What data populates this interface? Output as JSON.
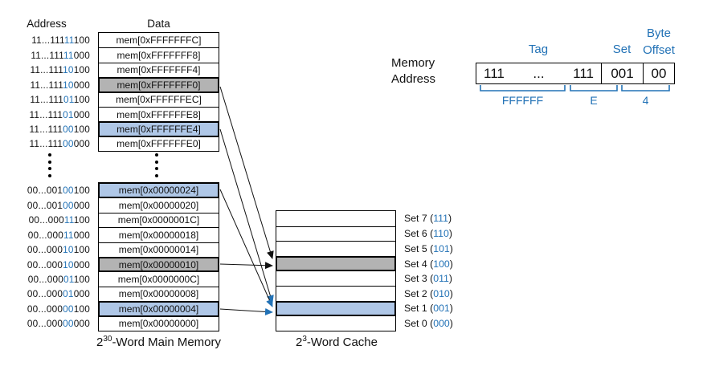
{
  "colors": {
    "blue": "#2272B6",
    "light_blue_fill": "#afc7e7",
    "gray_fill": "#b3b3b3"
  },
  "headers": {
    "address": "Address",
    "data": "Data"
  },
  "memory": {
    "top_rows": [
      {
        "prefix": "11...111",
        "set_bits": "11",
        "tail": "100",
        "data": "mem[0xFFFFFFFC]",
        "highlight": ""
      },
      {
        "prefix": "11...111",
        "set_bits": "11",
        "tail": "000",
        "data": "mem[0xFFFFFFF8]",
        "highlight": ""
      },
      {
        "prefix": "11...111",
        "set_bits": "10",
        "tail": "100",
        "data": "mem[0xFFFFFFF4]",
        "highlight": ""
      },
      {
        "prefix": "11...111",
        "set_bits": "10",
        "tail": "000",
        "data": "mem[0xFFFFFFF0]",
        "highlight": "gray"
      },
      {
        "prefix": "11...111",
        "set_bits": "01",
        "tail": "100",
        "data": "mem[0xFFFFFFEC]",
        "highlight": ""
      },
      {
        "prefix": "11...111",
        "set_bits": "01",
        "tail": "000",
        "data": "mem[0xFFFFFFE8]",
        "highlight": ""
      },
      {
        "prefix": "11...111",
        "set_bits": "00",
        "tail": "100",
        "data": "mem[0xFFFFFFE4]",
        "highlight": "blue"
      },
      {
        "prefix": "11...111",
        "set_bits": "00",
        "tail": "000",
        "data": "mem[0xFFFFFFE0]",
        "highlight": ""
      }
    ],
    "bottom_rows": [
      {
        "prefix": "00...001",
        "set_bits": "00",
        "tail": "100",
        "data": "mem[0x00000024]",
        "highlight": "blue"
      },
      {
        "prefix": "00...001",
        "set_bits": "00",
        "tail": "000",
        "data": "mem[0x00000020]",
        "highlight": ""
      },
      {
        "prefix": "00...000",
        "set_bits": "11",
        "tail": "100",
        "data": "mem[0x0000001C]",
        "highlight": ""
      },
      {
        "prefix": "00...000",
        "set_bits": "11",
        "tail": "000",
        "data": "mem[0x00000018]",
        "highlight": ""
      },
      {
        "prefix": "00...000",
        "set_bits": "10",
        "tail": "100",
        "data": "mem[0x00000014]",
        "highlight": ""
      },
      {
        "prefix": "00...000",
        "set_bits": "10",
        "tail": "000",
        "data": "mem[0x00000010]",
        "highlight": "gray"
      },
      {
        "prefix": "00...000",
        "set_bits": "01",
        "tail": "100",
        "data": "mem[0x0000000C]",
        "highlight": ""
      },
      {
        "prefix": "00...000",
        "set_bits": "01",
        "tail": "000",
        "data": "mem[0x00000008]",
        "highlight": ""
      },
      {
        "prefix": "00...000",
        "set_bits": "00",
        "tail": "100",
        "data": "mem[0x00000004]",
        "highlight": "blue"
      },
      {
        "prefix": "00...000",
        "set_bits": "00",
        "tail": "000",
        "data": "mem[0x00000000]",
        "highlight": ""
      }
    ],
    "caption": {
      "base": "2",
      "exp": "30",
      "rest": "-Word Main Memory"
    }
  },
  "cache": {
    "rows": [
      {
        "label_prefix": "Set 7 (",
        "bits": "111",
        "label_suffix": ")",
        "highlight": ""
      },
      {
        "label_prefix": "Set 6 (",
        "bits": "110",
        "label_suffix": ")",
        "highlight": ""
      },
      {
        "label_prefix": "Set 5 (",
        "bits": "101",
        "label_suffix": ")",
        "highlight": ""
      },
      {
        "label_prefix": "Set 4 (",
        "bits": "100",
        "label_suffix": ")",
        "highlight": "gray"
      },
      {
        "label_prefix": "Set 3 (",
        "bits": "011",
        "label_suffix": ")",
        "highlight": ""
      },
      {
        "label_prefix": "Set 2 (",
        "bits": "010",
        "label_suffix": ")",
        "highlight": ""
      },
      {
        "label_prefix": "Set 1 (",
        "bits": "001",
        "label_suffix": ")",
        "highlight": "blue"
      },
      {
        "label_prefix": "Set 0 (",
        "bits": "000",
        "label_suffix": ")",
        "highlight": ""
      }
    ],
    "caption": {
      "base": "2",
      "exp": "3",
      "rest": "-Word Cache"
    }
  },
  "address_breakdown": {
    "label_line1": "Memory",
    "label_line2": "Address",
    "tag_label": "Tag",
    "set_label": "Set",
    "byte_label": "Byte",
    "offset_label": "Offset",
    "tag_left": "111",
    "tag_dots": "...",
    "tag_right": "111",
    "set_value": "001",
    "offset_value": "00",
    "hex_groups": [
      "FFFFFF",
      "E",
      "4"
    ]
  },
  "arrows": [
    {
      "from": "mem[0xFFFFFFF0]",
      "to": "Set 4",
      "head": "black"
    },
    {
      "from": "mem[0xFFFFFFE4]",
      "to": "Set 1",
      "head": "blue"
    },
    {
      "from": "mem[0x00000024]",
      "to": "Set 1",
      "head": "blue"
    },
    {
      "from": "mem[0x00000010]",
      "to": "Set 4",
      "head": "black"
    },
    {
      "from": "mem[0x00000004]",
      "to": "Set 1",
      "head": "blue"
    }
  ]
}
